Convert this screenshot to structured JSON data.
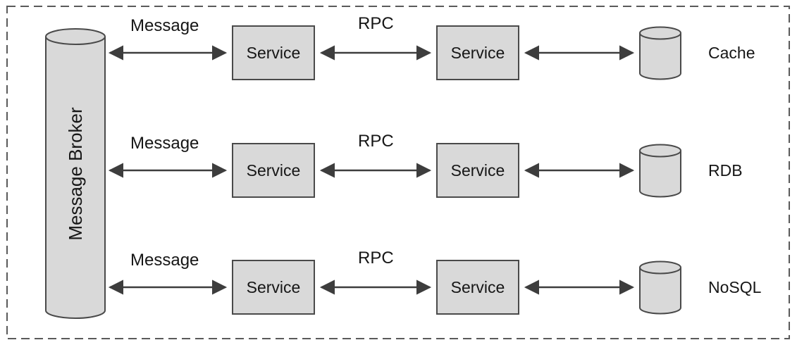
{
  "diagram": {
    "broker": {
      "label": "Message Broker"
    },
    "rows": [
      {
        "message_label": "Message",
        "rpc_label": "RPC",
        "service1": "Service",
        "service2": "Service",
        "datastore": "Cache"
      },
      {
        "message_label": "Message",
        "rpc_label": "RPC",
        "service1": "Service",
        "service2": "Service",
        "datastore": "RDB"
      },
      {
        "message_label": "Message",
        "rpc_label": "RPC",
        "service1": "Service",
        "service2": "Service",
        "datastore": "NoSQL"
      }
    ],
    "colors": {
      "shape_fill": "#d9d9d9",
      "shape_stroke": "#4a4a4a",
      "arrow": "#3d3d3d",
      "border": "#5a5a5a"
    }
  }
}
